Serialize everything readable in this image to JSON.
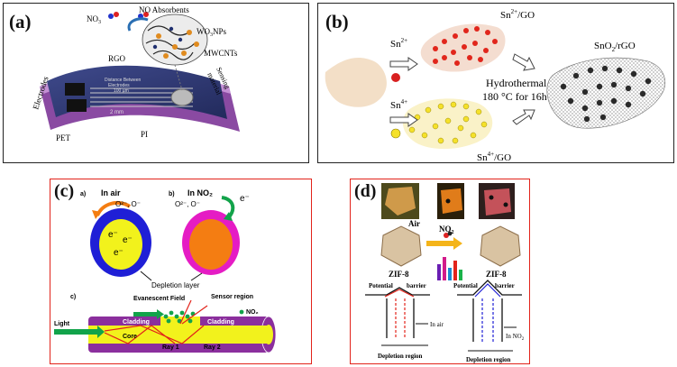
{
  "panel_a": {
    "tag": "(a)",
    "no3": "NO",
    "no3_sub": "3",
    "no_absorbents": "NO Absorbents",
    "wo3": "WO",
    "wo3_sub": "3",
    "wo3_tail": "NPs",
    "rgo": "RGO",
    "mwcnts": "MWCNTs",
    "sensing1": "Sensing",
    "sensing2": "material",
    "electrodes": "Electrodes",
    "distance1": "Distance Between",
    "distance2": "Electrodes",
    "distance3": "100 µm",
    "dim": "2 mm",
    "pet": "PET",
    "pi": "PI"
  },
  "panel_b": {
    "tag": "(b)",
    "sn2go": "Sn",
    "sn2go_sup": "2+",
    "sn2go_tail": "/GO",
    "sn2": "Sn",
    "sn2_sup": "2+",
    "sn4": "Sn",
    "sn4_sup": "4+",
    "sn4go": "Sn",
    "sn4go_sup": "4+",
    "sn4go_tail": "/GO",
    "hydro1": "Hydrothermal",
    "hydro2": "180 °C for 16h",
    "product": "SnO",
    "product_sub": "2",
    "product_tail": "/rGO"
  },
  "panel_c": {
    "tag": "(c)",
    "a_label": "a)",
    "b_label": "b)",
    "c_label": "c)",
    "in_air": "In air",
    "in_no2": "In NO₂",
    "oxygen_air": "O²⁻, O⁻",
    "oxygen_no2": "O²⁻, O⁻",
    "electron": "e⁻",
    "depletion": "Depletion layer",
    "evanescent": "Evanescent Field",
    "sensor_region": "Sensor region",
    "no2_legend": "NO₂",
    "cladding": "Cladding",
    "core": "Core",
    "light": "Light",
    "ray1": "Ray 1",
    "ray2": "Ray 2"
  },
  "panel_d": {
    "tag": "(d)",
    "air": "Air",
    "no2": "NO",
    "no2_sub": "2",
    "zif_left": "ZIF-8",
    "zif_right": "ZIF-8",
    "potential": "Potential",
    "barrier": "barrier",
    "in_air": "In air",
    "in_no2": "In NO",
    "in_no2_sub": "2",
    "depletion": "Depletion region"
  },
  "colors": {
    "frame_red": "#e2231a",
    "blue_ring": "#1f1fd6",
    "yellow_core": "#f2f21c",
    "magenta_ring": "#e51cc4",
    "orange_core": "#f47d12",
    "purple_fiber": "#8b2f9d",
    "green_arrow": "#12a34a"
  }
}
